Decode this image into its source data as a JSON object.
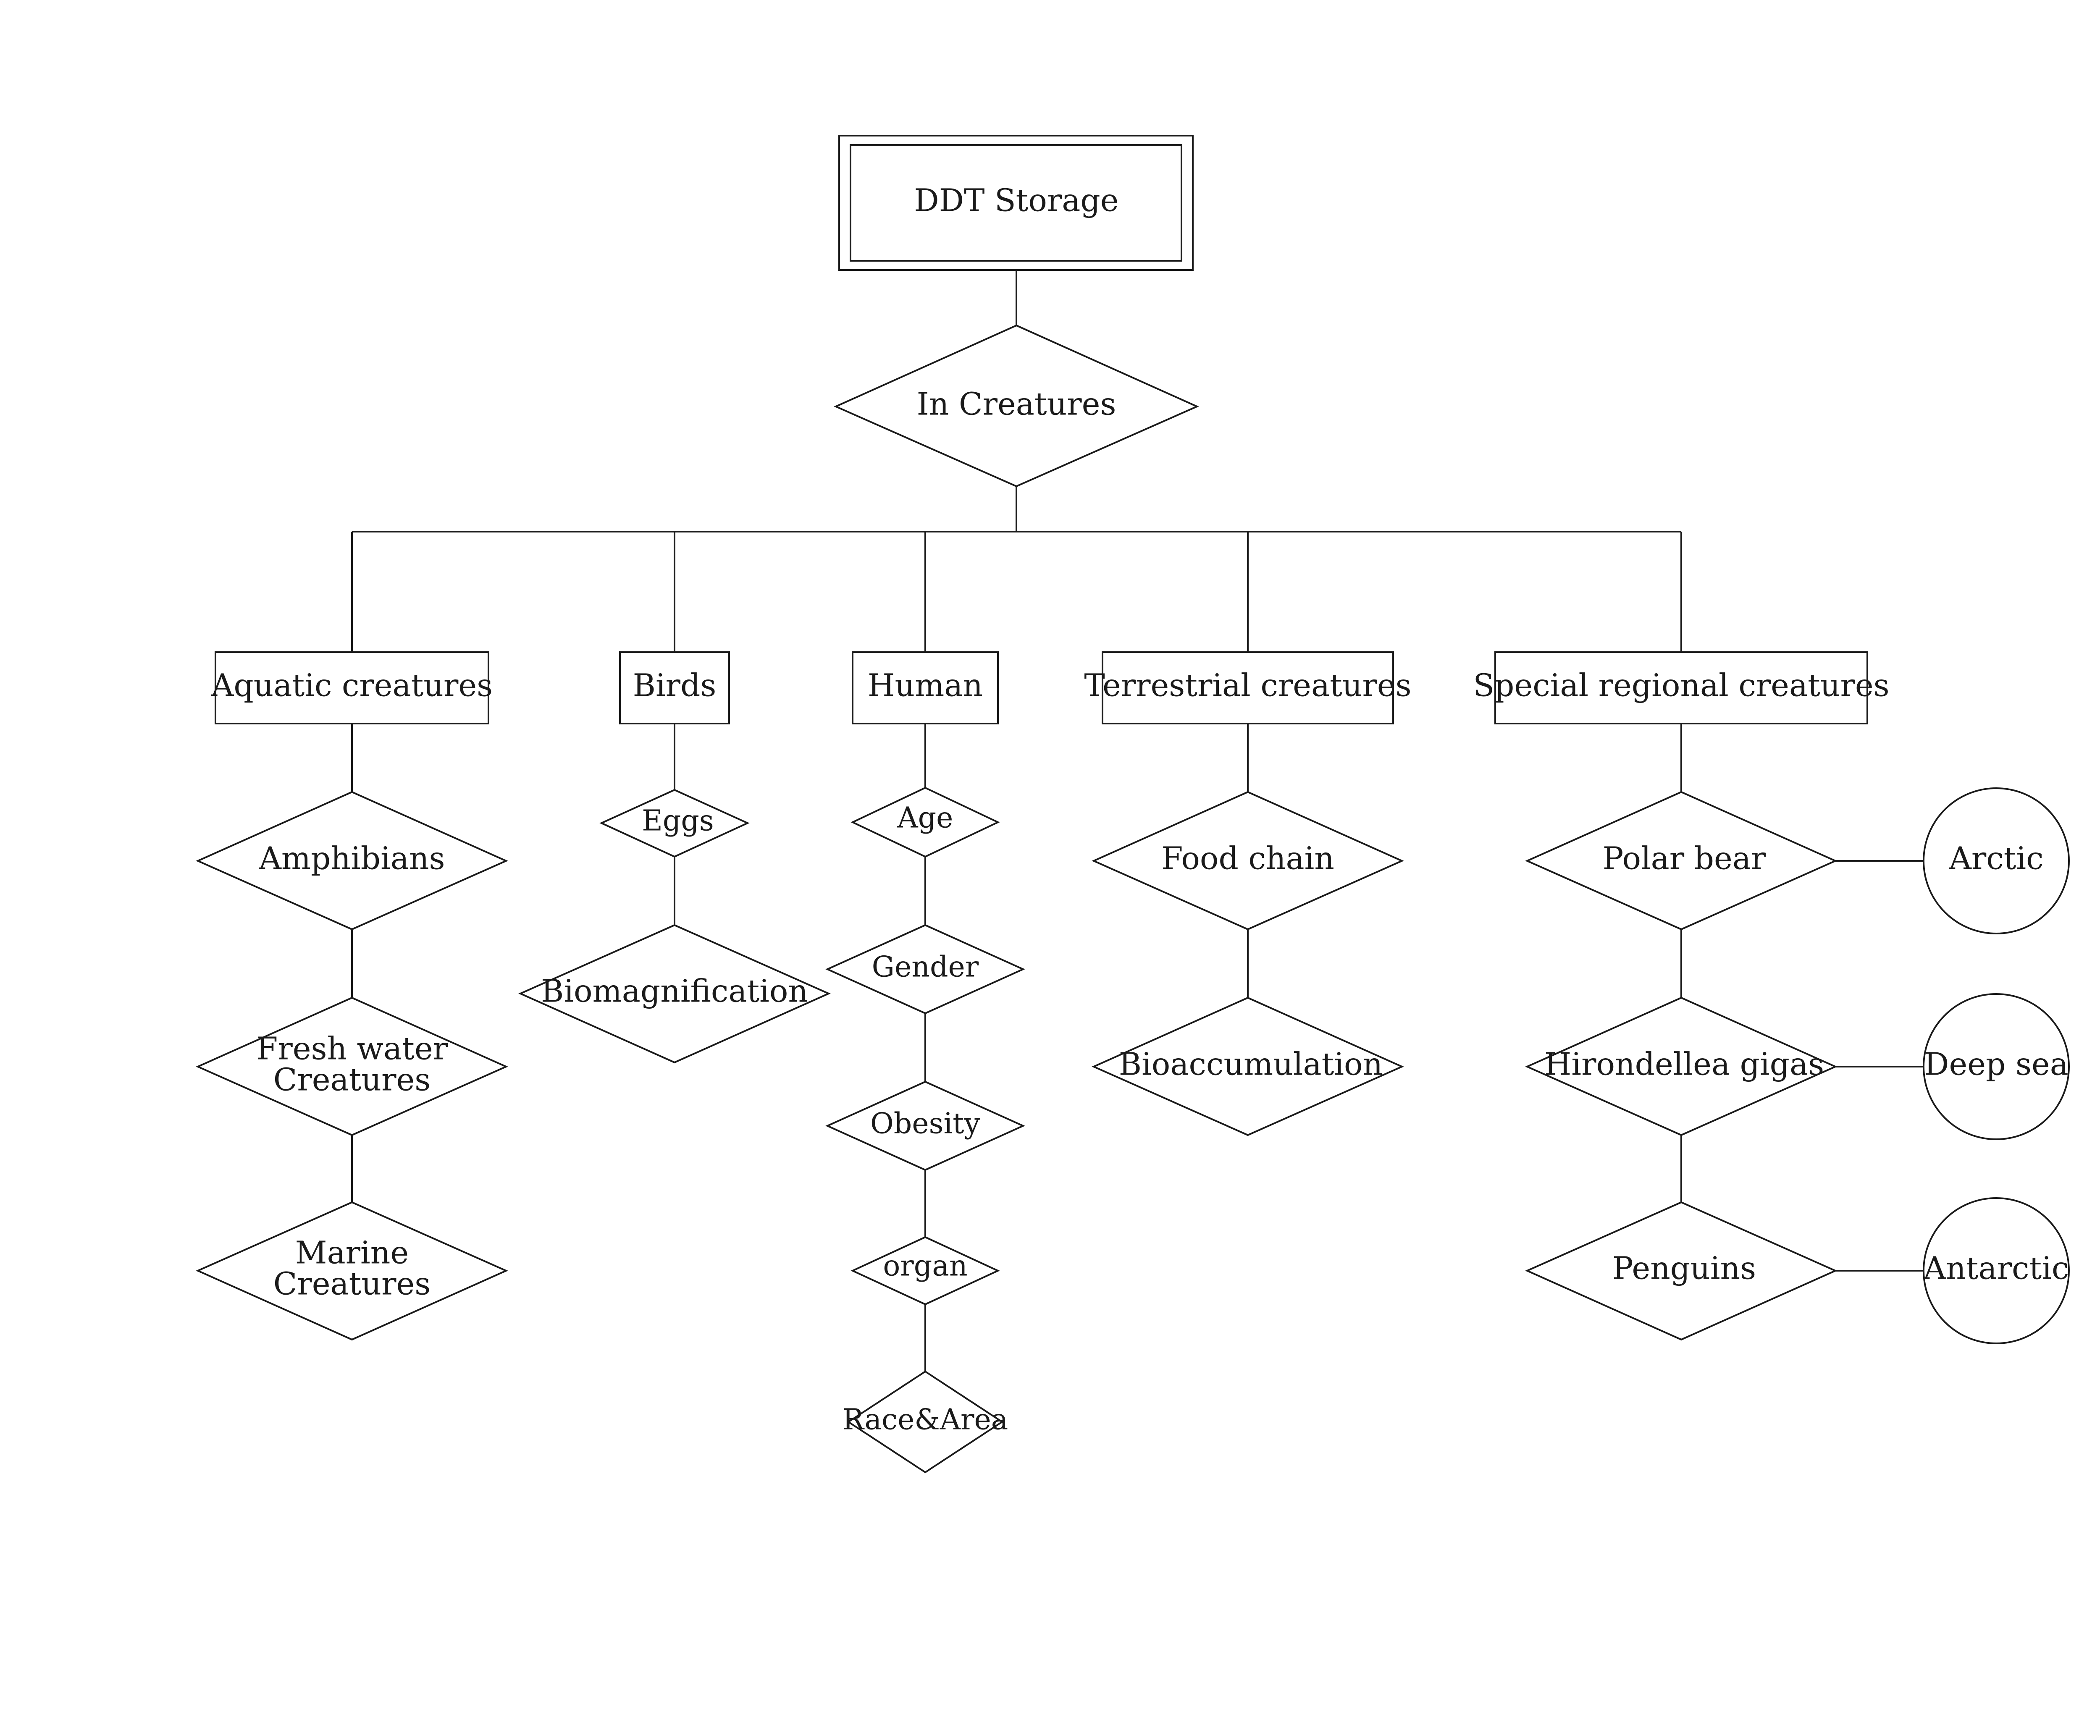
{
  "diagram": {
    "root": "DDT Storage",
    "relation": "In Creatures",
    "categories": [
      {
        "label": "Aquatic creatures",
        "children": [
          [
            "Amphibians"
          ],
          [
            "Fresh water",
            "Creatures"
          ],
          [
            "Marine",
            "Creatures"
          ]
        ]
      },
      {
        "label": "Birds",
        "children": [
          [
            "Eggs"
          ],
          [
            "Biomagnification"
          ]
        ]
      },
      {
        "label": "Human",
        "children": [
          [
            "Age"
          ],
          [
            "Gender"
          ],
          [
            "Obesity"
          ],
          [
            "organ"
          ],
          [
            "Race&Area"
          ]
        ]
      },
      {
        "label": "Terrestrial creatures",
        "children": [
          [
            "Food chain"
          ],
          [
            "Bioaccumulation"
          ]
        ]
      },
      {
        "label": "Special regional creatures",
        "children": [
          [
            "Polar bear"
          ],
          [
            "Hirondellea gigas"
          ],
          [
            "Penguins"
          ]
        ],
        "regions": [
          "Arctic",
          "Deep sea",
          "Antarctic"
        ]
      }
    ]
  }
}
